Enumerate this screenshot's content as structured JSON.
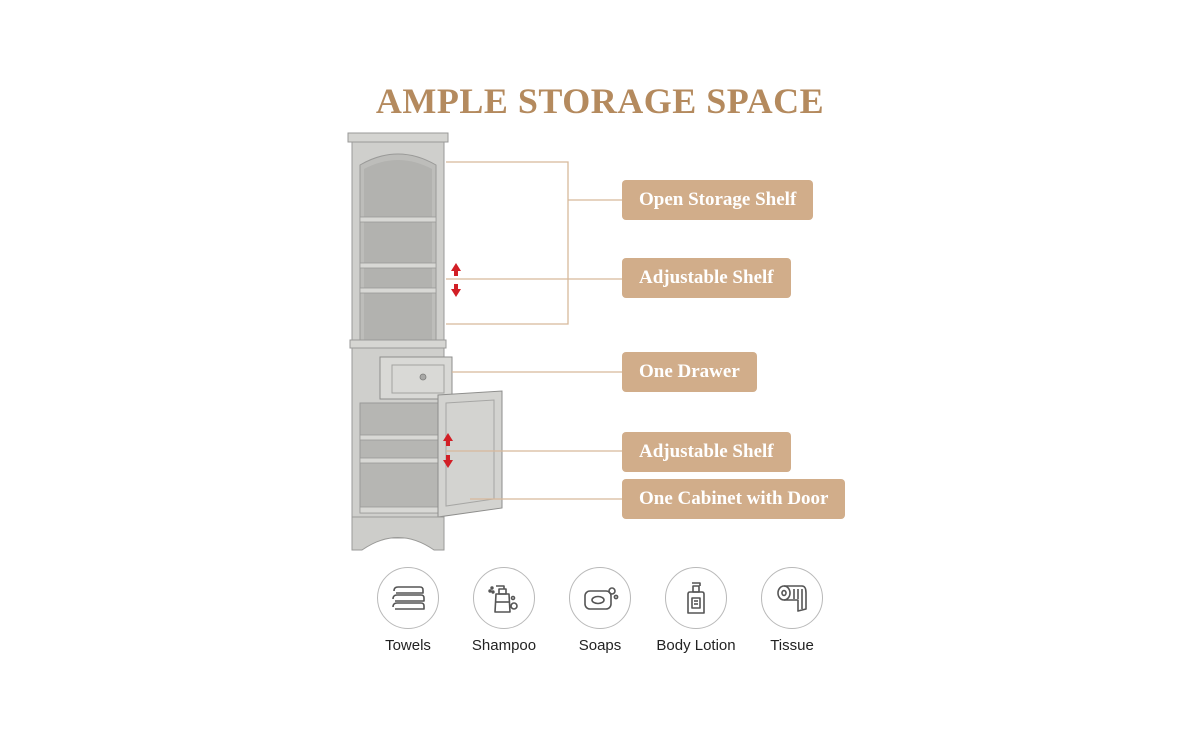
{
  "title": "AMPLE STORAGE SPACE",
  "colors": {
    "accent": "#d1ad8a",
    "title": "#b48a5e",
    "cabinet": "#c9c9c6",
    "arrow": "#d21f26"
  },
  "callouts": [
    {
      "label": "Open Storage Shelf"
    },
    {
      "label": "Adjustable Shelf"
    },
    {
      "label": "One Drawer"
    },
    {
      "label": "Adjustable Shelf"
    },
    {
      "label": "One Cabinet with Door"
    }
  ],
  "uses": [
    {
      "label": "Towels",
      "icon": "towels-icon"
    },
    {
      "label": "Shampoo",
      "icon": "shampoo-icon"
    },
    {
      "label": "Soaps",
      "icon": "soap-icon"
    },
    {
      "label": "Body Lotion",
      "icon": "lotion-icon"
    },
    {
      "label": "Tissue",
      "icon": "tissue-icon"
    }
  ]
}
